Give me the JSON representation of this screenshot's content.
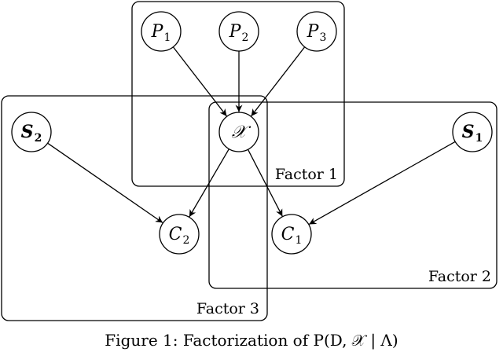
{
  "factors": [
    {
      "id": "factor-1",
      "label": "Factor 1"
    },
    {
      "id": "factor-2",
      "label": "Factor 2"
    },
    {
      "id": "factor-3",
      "label": "Factor 3"
    }
  ],
  "nodes": [
    {
      "id": "P1",
      "main": "P",
      "sub": "1",
      "bold": false
    },
    {
      "id": "P2",
      "main": "P",
      "sub": "2",
      "bold": false
    },
    {
      "id": "P3",
      "main": "P",
      "sub": "3",
      "bold": false
    },
    {
      "id": "X",
      "main": "𝒳",
      "sub": "",
      "bold": false
    },
    {
      "id": "S2",
      "main": "S",
      "sub": "2",
      "bold": true
    },
    {
      "id": "S1",
      "main": "S",
      "sub": "1",
      "bold": true
    },
    {
      "id": "C2",
      "main": "C",
      "sub": "2",
      "bold": false
    },
    {
      "id": "C1",
      "main": "C",
      "sub": "1",
      "bold": false
    }
  ],
  "edges": [
    {
      "from": "P1",
      "to": "X"
    },
    {
      "from": "P2",
      "to": "X"
    },
    {
      "from": "P3",
      "to": "X"
    },
    {
      "from": "X",
      "to": "C2"
    },
    {
      "from": "X",
      "to": "C1"
    },
    {
      "from": "S2",
      "to": "C2"
    },
    {
      "from": "S1",
      "to": "C1"
    }
  ],
  "caption": "Figure 1: Factorization of P(D, 𝒳 | Λ)"
}
